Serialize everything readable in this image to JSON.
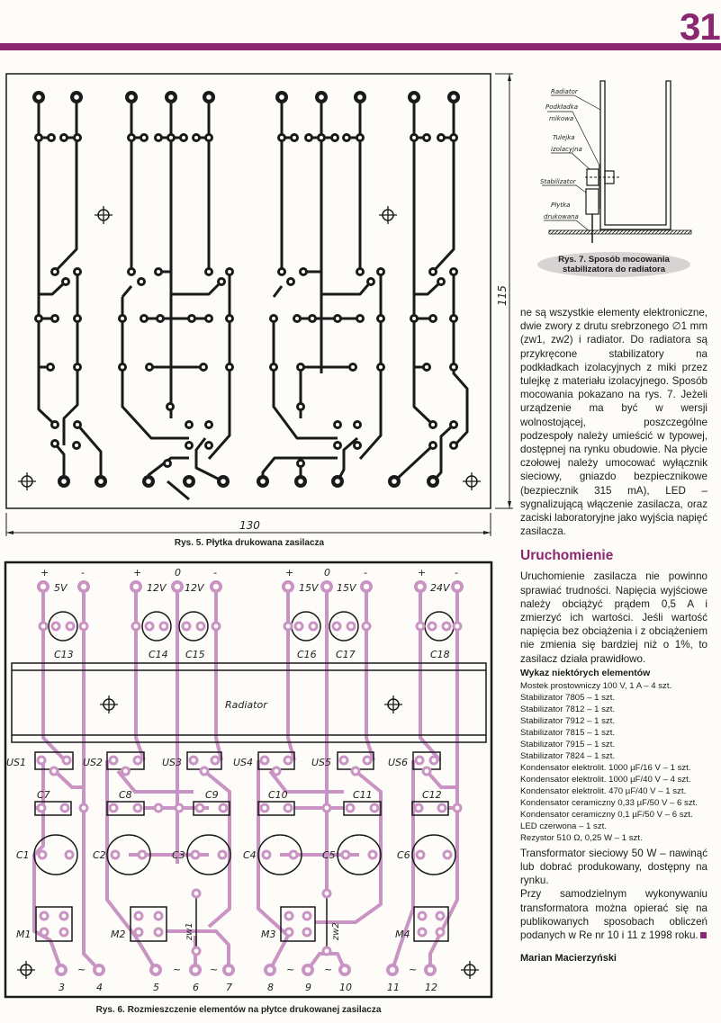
{
  "page_number": "31",
  "colors": {
    "accent": "#8a2770",
    "trace_pink": "#c994c4",
    "copper": "#1a1a1a"
  },
  "fig5": {
    "caption": "Rys. 5. Płytka drukowana zasilacza",
    "dim_width": "130",
    "dim_height": "115"
  },
  "fig6": {
    "caption": "Rys. 6. Rozmieszczenie elementów na płytce drukowanej zasilacza",
    "radiator_label": "Radiator",
    "signs": [
      "+",
      "-",
      "+",
      "0",
      "-",
      "+",
      "0",
      "-",
      "+",
      "-"
    ],
    "voltages": [
      "5V",
      "12V",
      "12V",
      "15V",
      "15V",
      "24V"
    ],
    "small_caps": [
      "C13",
      "C14",
      "C15",
      "C16",
      "C17",
      "C18"
    ],
    "regulators": [
      "US1",
      "US2",
      "US3",
      "US4",
      "US5",
      "US6"
    ],
    "ceramic_caps": [
      "C7",
      "C8",
      "C9",
      "C10",
      "C11",
      "C12"
    ],
    "electrolytic_caps": [
      "C1",
      "C2",
      "C3",
      "C4",
      "C5",
      "C6"
    ],
    "bridges": [
      "M1",
      "M2",
      "M3",
      "M4"
    ],
    "jumpers": [
      "zw1",
      "zw2"
    ],
    "terminals": [
      "3",
      "4",
      "5",
      "6",
      "7",
      "8",
      "9",
      "10",
      "11",
      "12"
    ],
    "ac_symbol": "~"
  },
  "fig7": {
    "caption_line1": "Rys. 7. Sposób mocowania",
    "caption_line2": "stabilizatora do radiatora",
    "labels": {
      "radiator": "Radiator",
      "washer_1": "Podkładka",
      "washer_2": "mikowa",
      "sleeve_1": "Tulejka",
      "sleeve_2": "izolacyjna",
      "regulator": "Stabilizator",
      "pcb_1": "Płytka",
      "pcb_2": "drukowana"
    }
  },
  "article": {
    "para1": "ne są wszystkie elementy elektroniczne, dwie zwory z drutu srebrzonego ∅1 mm (zw1, zw2) i radiator. Do radiatora są przykręcone stabilizatory na podkładkach izolacyjnych z miki przez tulejkę z materiału izolacyjnego. Sposób mocowania pokazano na rys. 7. Jeżeli urządzenie ma być w wersji wolnostojącej, poszczególne podzespoły należy umieścić w typowej, dostępnej na rynku obudowie. Na płycie czołowej należy umocować wyłącznik sieciowy, gniazdo bezpiecznikowe (bezpiecznik 315 mA), LED – sygnalizującą włączenie zasilacza, oraz zaciski laboratoryjne jako wyjścia napięć zasilacza.",
    "heading": "Uruchomienie",
    "para2": "Uruchomienie zasilacza nie powinno sprawiać trudności. Napięcia wyjściowe należy obciążyć prądem 0,5 A i zmierzyć ich wartości. Jeśli wartość napięcia bez obciążenia i z obciążeniem nie zmienia się bardziej niż o 1%, to zasilacz działa prawidłowo.",
    "parts_title": "Wykaz niektórych elementów",
    "parts": [
      "Mostek prostowniczy 100 V, 1 A – 4 szt.",
      "Stabilizator 7805 – 1 szt.",
      "Stabilizator 7812 – 1 szt.",
      "Stabilizator 7912 – 1 szt.",
      "Stabilizator 7815 – 1 szt.",
      "Stabilizator 7915 – 1 szt.",
      "Stabilizator 7824 – 1 szt.",
      "Kondensator elektrolit. 1000 µF/16 V – 1 szt.",
      "Kondensator elektrolit. 1000 µF/40 V – 4 szt.",
      "Kondensator elektrolit.  470 µF/40 V – 1 szt.",
      "Kondensator ceramiczny  0,33 µF/50 V – 6 szt.",
      "Kondensator ceramiczny  0,1 µF/50 V – 6 szt.",
      "LED czerwona – 1 szt.",
      "Rezystor 510 Ω, 0,25 W – 1 szt."
    ],
    "para3": "Transformator sieciowy 50 W – nawinąć lub dobrać produkowany, dostępny na rynku.",
    "para4": "Przy samodzielnym wykonywaniu transformatora można opierać się na publikowanych sposobach obliczeń podanych w Re nr 10 i 11 z 1998 roku.",
    "author": "Marian Macierzyński"
  }
}
